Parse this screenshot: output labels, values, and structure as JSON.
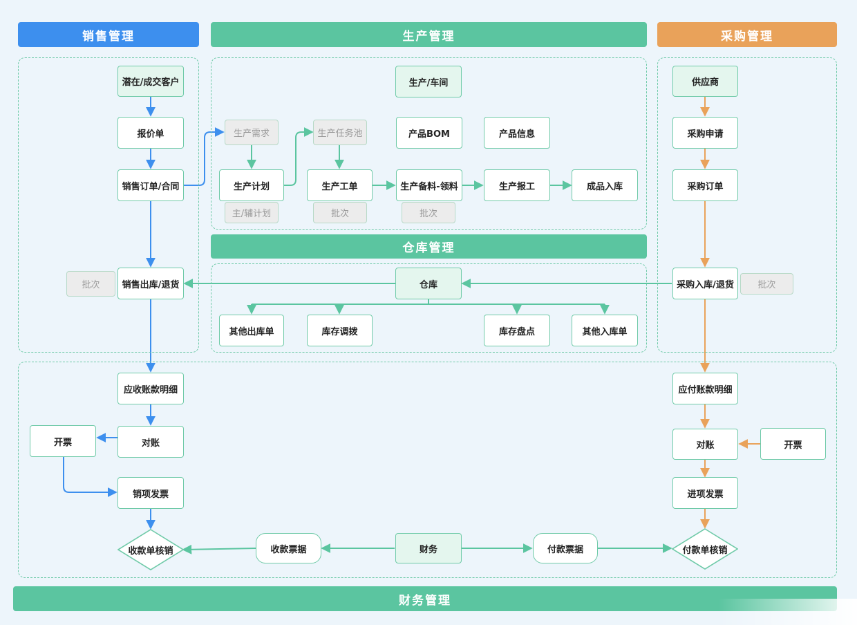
{
  "headers": {
    "sales": "销售管理",
    "production": "生产管理",
    "purchase": "采购管理",
    "warehouse": "仓库管理",
    "finance": "财务管理"
  },
  "sales": {
    "customer": "潜在/成交客户",
    "quotation": "报价单",
    "order": "销售订单/合同",
    "outbound": "销售出库/退货",
    "batch": "批次",
    "receivable": "应收账款明细",
    "reconcile": "对账",
    "invoice_open": "开票",
    "output_invoice": "销项发票",
    "receipt_writeoff": "收款单核销"
  },
  "production": {
    "workshop": "生产/车间",
    "demand": "生产需求",
    "task_pool": "生产任务池",
    "bom": "产品BOM",
    "product_info": "产品信息",
    "plan": "生产计划",
    "work_order": "生产工单",
    "material": "生产备料-领料",
    "report": "生产报工",
    "finished_in": "成品入库",
    "main_plan": "主/辅计划",
    "batch1": "批次",
    "batch2": "批次"
  },
  "purchase": {
    "supplier": "供应商",
    "request": "采购申请",
    "order": "采购订单",
    "inbound": "采购入库/退货",
    "batch": "批次",
    "payable": "应付账款明细",
    "reconcile": "对账",
    "invoice_open": "开票",
    "input_invoice": "进项发票",
    "payment_writeoff": "付款单核销"
  },
  "warehouse": {
    "warehouse": "仓库",
    "other_out": "其他出库单",
    "transfer": "库存调拨",
    "stocktake": "库存盘点",
    "other_in": "其他入库单"
  },
  "finance": {
    "finance": "财务",
    "receipt_bill": "收款票据",
    "payment_bill": "付款票据"
  },
  "colors": {
    "green": "#5bc5a0",
    "blue": "#3d8fee",
    "orange": "#e9a25a",
    "box_border": "#6fcaa8",
    "gray_fill": "#ececec"
  }
}
